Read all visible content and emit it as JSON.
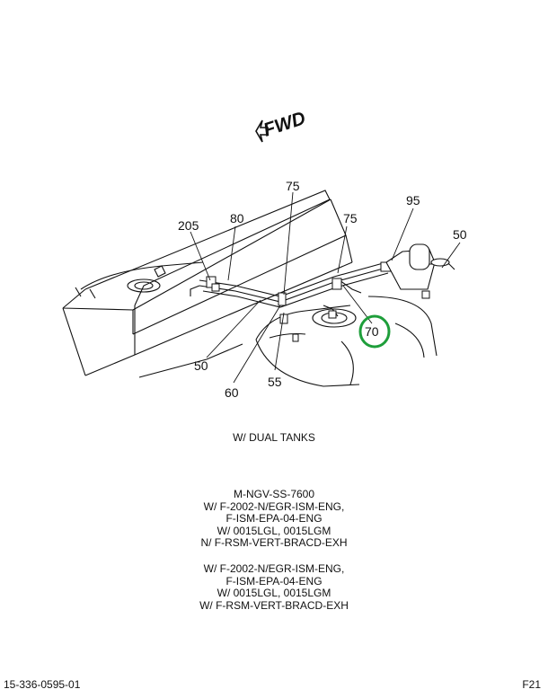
{
  "direction_label": "FWD",
  "callouts": {
    "c75a": "75",
    "c205": "205",
    "c80": "80",
    "c75b": "75",
    "c95": "95",
    "c50a": "50",
    "c70": "70",
    "c50b": "50",
    "c60": "60",
    "c55": "55"
  },
  "highlight_color": "#1e9e3a",
  "caption_title": "W/ DUAL TANKS",
  "notes_block_1": [
    "M-NGV-SS-7600",
    "W/ F-2002-N/EGR-ISM-ENG,",
    "F-ISM-EPA-04-ENG",
    "W/ 0015LGL, 0015LGM",
    "N/ F-RSM-VERT-BRACD-EXH"
  ],
  "notes_block_2": [
    "W/ F-2002-N/EGR-ISM-ENG,",
    "F-ISM-EPA-04-ENG",
    "W/ 0015LGL, 0015LGM",
    "W/ F-RSM-VERT-BRACD-EXH"
  ],
  "footer": {
    "left": "15-336-0595-01",
    "right": "F21"
  }
}
